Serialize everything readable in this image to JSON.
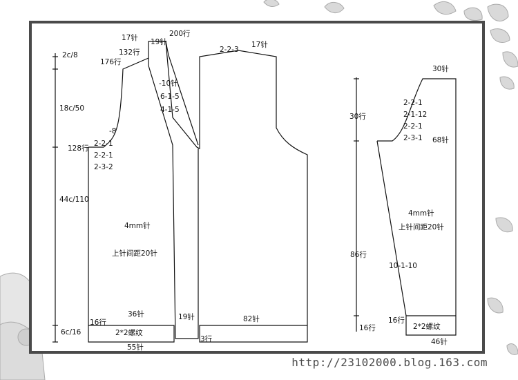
{
  "watermark": "http://23102000.blog.163.com",
  "body_piece": {
    "dim_top": "2c/8",
    "dim_armhole": "18c/50",
    "dim_body": "44c/110",
    "dim_rib": "6c/16",
    "row_176": "176行",
    "row_132": "132行",
    "row_128": "128行",
    "row_16": "16行",
    "sts_17_left": "17针",
    "shoulder_sts": "19针",
    "row_200": "200行",
    "neck_minus10": "-10针",
    "neck_615": "6-1-5",
    "neck_415": "4-1-5",
    "arm_minus8": "-8",
    "arm_221": "2-2-1",
    "arm_221b": "2-2-1",
    "arm_232": "2-3-2",
    "needle": "4mm针",
    "spacing": "上针间距20针",
    "sts_36": "36针",
    "rib": "2*2螺纹",
    "sts_55": "55针",
    "band_19": "19针",
    "band_3": "3行",
    "back_223": "2-2-3",
    "back_17": "17针",
    "back_82": "82针"
  },
  "sleeve": {
    "top_30": "30针",
    "cap_221": "2-2-1",
    "cap_2112": "2-1-12",
    "cap_221b": "2-2-1",
    "cap_231": "2-3-1",
    "row_30": "30行",
    "sts_68": "68针",
    "needle": "4mm针",
    "spacing": "上针间距20针",
    "row_86": "86行",
    "inc": "10-1-10",
    "row_16": "16行",
    "row_16b": "16行",
    "rib": "2*2螺纹",
    "bottom_46": "46针"
  }
}
